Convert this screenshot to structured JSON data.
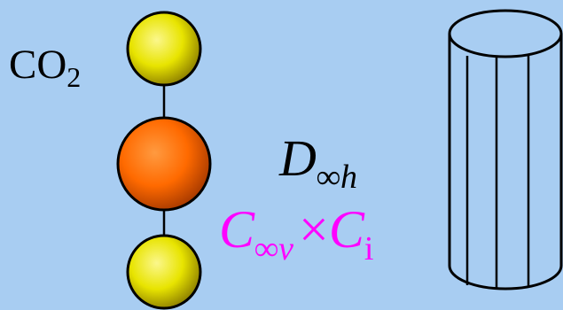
{
  "molecule": {
    "formula_main": "CO",
    "formula_sub": "2",
    "colors": {
      "oxygen_atom": "#e8e400",
      "carbon_atom": "#ff6a00",
      "bond": "#000000"
    }
  },
  "point_groups": {
    "d_inf_h": {
      "letter": "D",
      "subscript": "∞h"
    },
    "c_inf_v_product": {
      "letter1": "C",
      "subscript1": "∞v",
      "operator": "×",
      "letter2": "C",
      "subscript2": "i",
      "color": "#ff00ff"
    }
  },
  "cylinder": {
    "stroke_color": "#000000"
  },
  "background_color": "#a8cdf2"
}
